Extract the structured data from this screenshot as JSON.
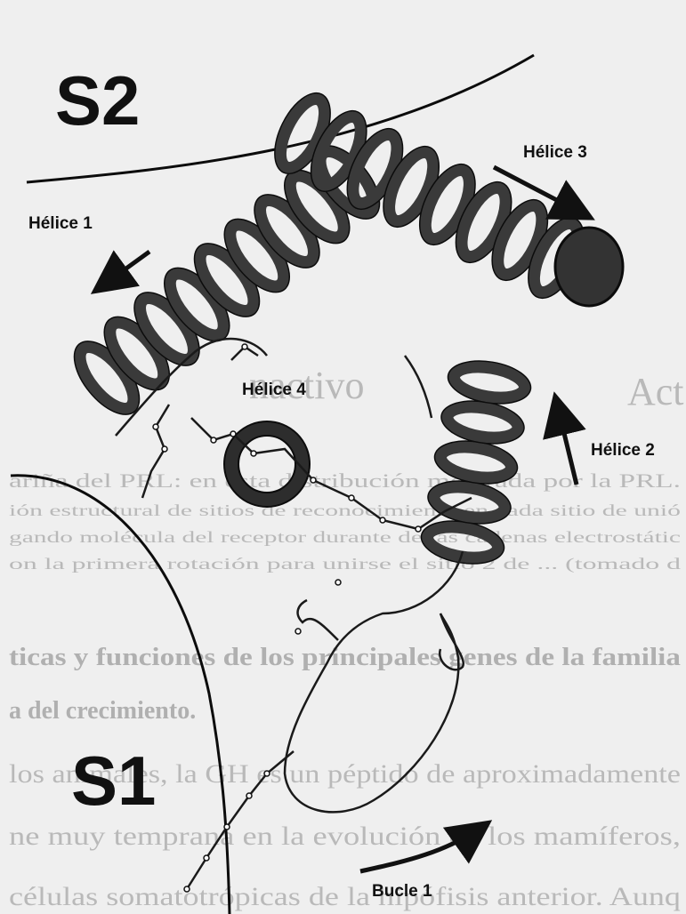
{
  "labels": {
    "subunit_top": "S2",
    "subunit_bottom": "S1",
    "helix_1": "Hélice 1",
    "helix_2": "Hélice 2",
    "helix_3": "Hélice 3",
    "helix_4": "Hélice 4",
    "loop_1": "Bucle 1"
  },
  "bleed_through": {
    "word_a": "nactivo",
    "word_b": "Act",
    "line_1": "ariña del PRL: en esta distribución mostrada por la PRL.",
    "line_2": "ión estructural de sitios de reconocimiento en cada sitio de unió",
    "line_3": "gando molécula del receptor durante de las cadenas electrostátic",
    "line_4": "on la primera rotación para unirse el sitio 2 de ...   (tomado d",
    "heading_1": "ticas y funciones de los principales genes de la familia",
    "heading_2": "a del crecimiento.",
    "body_1": "los animales, la GH es un péptido de aproximadamente",
    "body_2": "ne muy temprana en la evolución en los mamíferos,",
    "body_3": "células somatotrópicas de la hipófisis anterior. Aunq"
  },
  "colors": {
    "background": "#efefef",
    "ribbon": "#3a3a3a",
    "ribbon_edge": "#0c0c0c",
    "bleed_text": "#b9b9b9"
  }
}
